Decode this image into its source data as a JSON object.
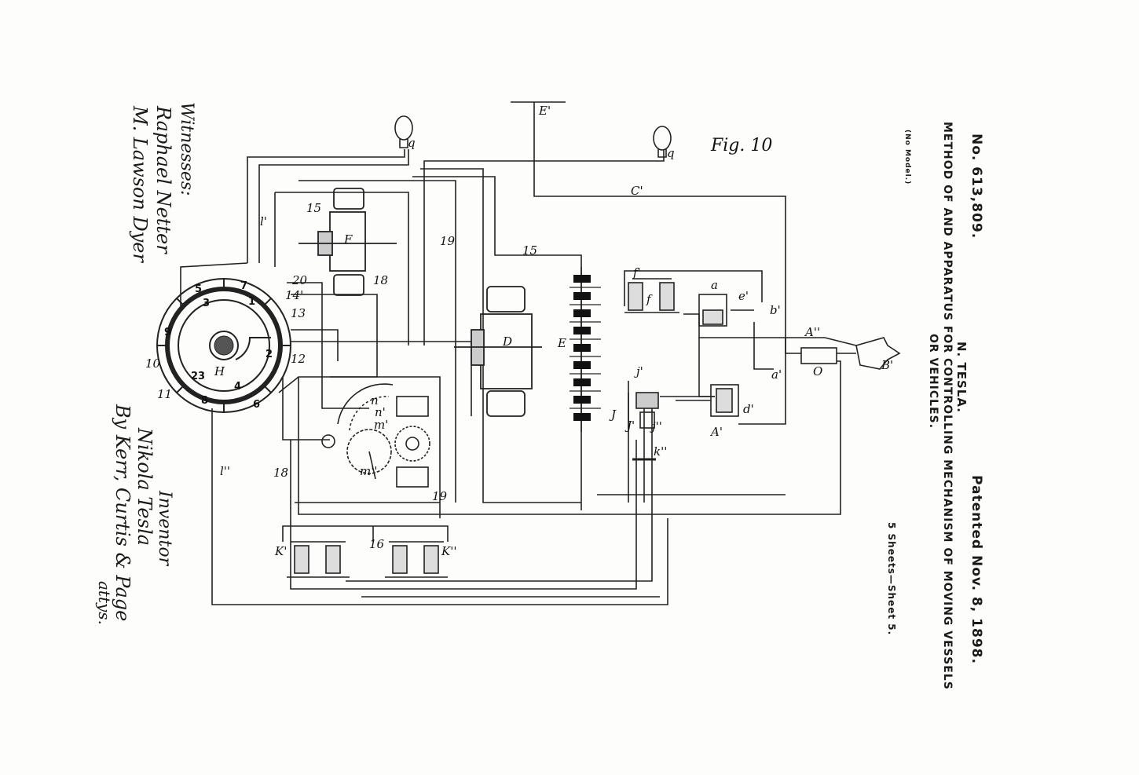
{
  "header": {
    "patent_no": "No. 613,809.",
    "patented": "Patented Nov. 8, 1898.",
    "inventor_name": "N. TESLA.",
    "title_line1": "METHOD OF AND APPARATUS FOR CONTROLLING MECHANISM OF MOVING VESSELS",
    "title_line2": "OR VEHICLES.",
    "no_model": "(No Model.)",
    "sheets": "5 Sheets—Sheet 5."
  },
  "figure": {
    "label": "Fig. 10"
  },
  "signatures": {
    "witnesses_label": "Witnesses:",
    "witness1": "Raphael Netter",
    "witness2": "M. Lawson Dyer",
    "inventor_label": "Inventor",
    "inventor_signature": "Nikola Tesla",
    "attorneys": "By Kerr, Curtis & Page",
    "attys_label": "attys."
  },
  "diagram_labels": {
    "E_prime": "E'",
    "q1": "q",
    "q2": "q",
    "C_prime": "C'",
    "F": "F",
    "D": "D",
    "E": "E",
    "H": "H",
    "O": "O",
    "A_dprime": "A''",
    "B_prime": "B'",
    "a": "a",
    "a_prime": "a'",
    "b_prime": "b'",
    "e_prime": "e'",
    "f": "f",
    "f_prime": "f'",
    "d_prime": "d'",
    "A_prime": "A'",
    "J": "J",
    "j_prime": "j'",
    "j_dprime": "j''",
    "J_prime": "J'",
    "k_dprime": "k''",
    "K_prime": "K'",
    "K_dprime": "K''",
    "l_prime": "l'",
    "l_dprime": "l''",
    "n": "n",
    "n_prime": "n'",
    "m_prime": "m'",
    "m_dprime": "m''",
    "n15": "15",
    "n15b": "15",
    "n16": "16",
    "n18": "18",
    "n18b": "18",
    "n19": "19",
    "n19b": "19",
    "n20": "20",
    "n14p": "14'",
    "n13": "13",
    "n12": "12",
    "n10": "10",
    "n11": "11",
    "seg1": "1",
    "seg2": "2",
    "seg3": "3",
    "seg4": "4",
    "seg5": "5",
    "seg6": "6",
    "seg7": "7",
    "seg8": "8",
    "seg9": "9",
    "n23": "23"
  }
}
